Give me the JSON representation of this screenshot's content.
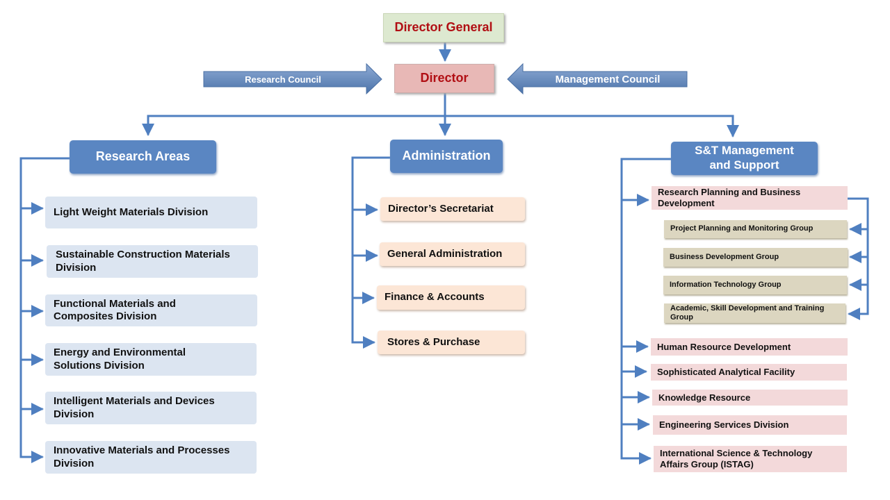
{
  "top": {
    "director_general": "Director General",
    "director": "Director",
    "research_council": "Research Council",
    "management_council": "Management Council"
  },
  "research_areas": {
    "title": "Research Areas",
    "items": [
      "Light Weight Materials Division",
      "Sustainable Construction Materials Division",
      "Functional Materials and Composites Division",
      "Energy and Environmental Solutions Division",
      "Intelligent Materials and Devices Division",
      "Innovative Materials and Processes Division"
    ]
  },
  "administration": {
    "title": "Administration",
    "items": [
      "Director’s Secretariat",
      "General Administration",
      "Finance & Accounts",
      "Stores & Purchase"
    ]
  },
  "st_management": {
    "title": "S&T Management and Support",
    "items": [
      "Research Planning and Business Development",
      "Human Resource Development",
      "Sophisticated Analytical Facility",
      "Knowledge Resource",
      "Engineering Services Division",
      "International Science & Technology Affairs Group (ISTAG)"
    ],
    "groups": [
      "Project Planning and Monitoring Group",
      "Business Development Group",
      "Information Technology Group",
      "Academic, Skill Development and Training Group"
    ]
  },
  "colors": {
    "connector": "#4f7fc0",
    "heading_fill": "#5a86c2",
    "director_text": "#b10f14",
    "research_fill": "#dce5f1",
    "admin_fill": "#fce6d6",
    "support_fill": "#f3d9da",
    "group_fill": "#dcd6c0"
  }
}
